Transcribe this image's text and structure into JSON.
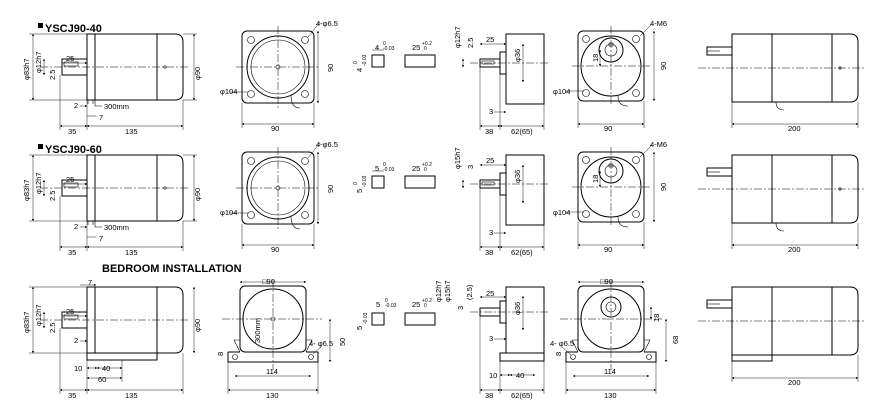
{
  "rows": [
    {
      "title": "YSCJ90-40",
      "side": {
        "shaft_dia": "φ12h7",
        "body_dia": "φ83h7",
        "key": "25",
        "key_w": "2.5",
        "dia90": "φ90",
        "flange": "2",
        "flange_off": "7",
        "cable": "300mm",
        "len_a": "35",
        "len_b": "135"
      },
      "front": {
        "pcd": "φ104",
        "hole": "4-φ6.5",
        "height": "90",
        "width": "90"
      },
      "key1": {
        "w": "4",
        "w_tol": "0\n-0.03",
        "h": "4",
        "h_tol": "0\n-0.03"
      },
      "key2": {
        "l": "25",
        "l_tol": "+0.2\n0"
      },
      "gear_side": {
        "shaft_dia": "φ12h7",
        "key": "25",
        "key_w": "2.5",
        "dia36": "φ36",
        "flange": "3",
        "len_a": "38",
        "len_b": "62(65)"
      },
      "gear_front": {
        "pcd": "φ104",
        "hole": "4-M6",
        "offset": "18",
        "height": "90",
        "width": "90"
      },
      "assembly": {
        "length": "200"
      }
    },
    {
      "title": "YSCJ90-60",
      "side": {
        "shaft_dia": "φ12h7",
        "body_dia": "φ83h7",
        "key": "25",
        "key_w": "2.5",
        "dia90": "φ90",
        "flange": "2",
        "flange_off": "7",
        "cable": "300mm",
        "len_a": "35",
        "len_b": "135"
      },
      "front": {
        "pcd": "φ104",
        "hole": "4-φ6.5",
        "height": "90",
        "width": "90"
      },
      "key1": {
        "w": "5",
        "w_tol": "0\n-0.03",
        "h": "5",
        "h_tol": "0\n-0.03"
      },
      "key2": {
        "l": "25",
        "l_tol": "+0.2\n0"
      },
      "gear_side": {
        "shaft_dia": "φ15h7",
        "key": "25",
        "key_w": "3",
        "dia36": "φ36",
        "flange": "3",
        "len_a": "38",
        "len_b": "62(65)"
      },
      "gear_front": {
        "pcd": "φ104",
        "hole": "4-M6",
        "offset": "18",
        "height": "90",
        "width": "90"
      },
      "assembly": {
        "length": "200"
      }
    }
  ],
  "bedroom": {
    "title": "BEDROOM INSTALLATION",
    "side": {
      "flange_off": "7",
      "shaft_dia": "φ12h7",
      "body_dia": "φ83h7",
      "key": "25",
      "key_w": "2.5",
      "dia90": "φ90",
      "flange": "2",
      "foot_a": "10",
      "foot_b": "40",
      "foot_c": "60",
      "len_a": "35",
      "len_b": "135"
    },
    "front": {
      "top": "□90",
      "cable": "300mm",
      "foot_h": "8",
      "hole": "4- φ6.5",
      "height": "50",
      "inner": "114",
      "outer": "130"
    },
    "key1": {
      "w": "5",
      "w_tol": "0\n-0.03",
      "h": "5",
      "h_tol": "0\n-0.03"
    },
    "key2": {
      "l": "25",
      "l_tol": "+0.2\n0"
    },
    "gear_side": {
      "shaft_dia1": "φ12h7",
      "shaft_dia2": "φ15h7",
      "key_w1": "3",
      "key_w2": "(2.5)",
      "key": "25",
      "dia36": "φ36",
      "flange": "3",
      "foot_a": "10",
      "foot_b": "40",
      "len_a": "38",
      "len_b": "62(65)"
    },
    "gear_front": {
      "top": "□90",
      "hole": "4- φ6.5",
      "offset": "18",
      "height": "68",
      "foot_h": "8",
      "inner": "114",
      "outer": "130"
    },
    "assembly": {
      "length": "200"
    }
  }
}
